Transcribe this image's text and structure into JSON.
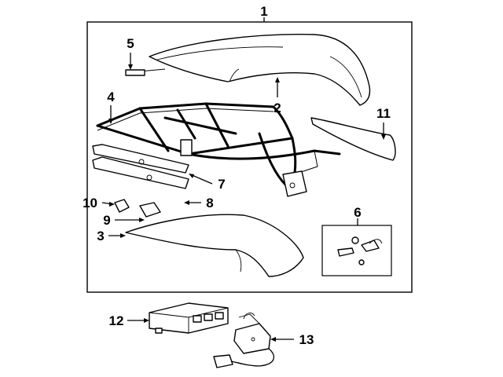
{
  "diagram": {
    "callouts": {
      "c1": "1",
      "c2": "2",
      "c3": "3",
      "c4": "4",
      "c5": "5",
      "c6": "6",
      "c7": "7",
      "c8": "8",
      "c9": "9",
      "c10": "10",
      "c11": "11",
      "c12": "12",
      "c13": "13"
    },
    "icons": {
      "soft_top": "convertible-top-cover-drawing",
      "frame": "top-frame-drawing",
      "rear_bow": "rear-bow-drawing",
      "trim_panel": "side-trim-panel-drawing",
      "hardware_kit": "hardware-kit-drawing",
      "control_module": "control-module-drawing",
      "latch_motor": "latch-motor-drawing"
    }
  }
}
